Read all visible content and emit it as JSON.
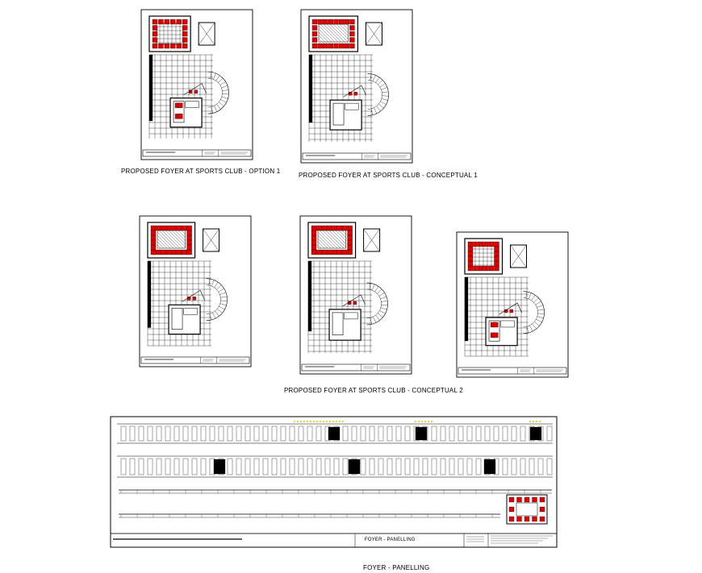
{
  "captions": {
    "option1": "PROPOSED FOYER AT SPORTS CLUB - OPTION 1",
    "conceptual1": "PROPOSED FOYER AT SPORTS CLUB - CONCEPTUAL 1",
    "conceptual2": "PROPOSED FOYER AT SPORTS CLUB - CONCEPTUAL 2",
    "panelling": "FOYER - PANELLING"
  },
  "panel_sheet": {
    "title_block_label": "FOYER - PANELLING"
  },
  "colors": {
    "line": "#000000",
    "furniture": "#e00000",
    "accent": "#f0c000",
    "background": "#ffffff"
  }
}
